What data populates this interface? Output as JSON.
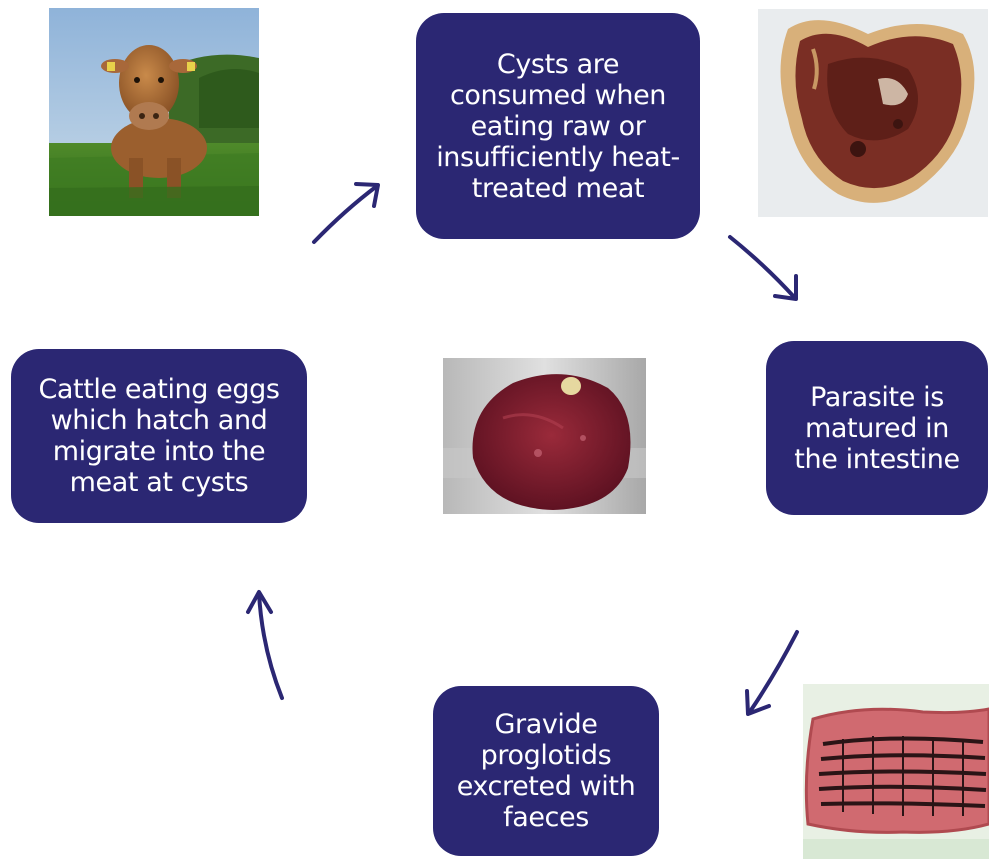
{
  "diagram": {
    "steps": {
      "top": "Cysts are\nconsumed when\neating raw or\ninsufficiently heat-\ntreated meat",
      "right": "Parasite is\nmatured in\nthe intestine",
      "bottom": "Gravide\nproglotids\nexcreted with\nfaeces",
      "left": "Cattle eating eggs\nwhich hatch and\nmigrate into the\nmeat at cysts"
    },
    "colors": {
      "box_fill": "#2b2773",
      "box_text": "#ffffff",
      "arrow": "#2b2773"
    },
    "images": {
      "cow": "cow-in-field-photo",
      "meat_cut": "raw-meat-cross-section-photo",
      "organ": "infected-meat-photo",
      "tapeworm": "tapeworm-proglottid-photo"
    }
  }
}
